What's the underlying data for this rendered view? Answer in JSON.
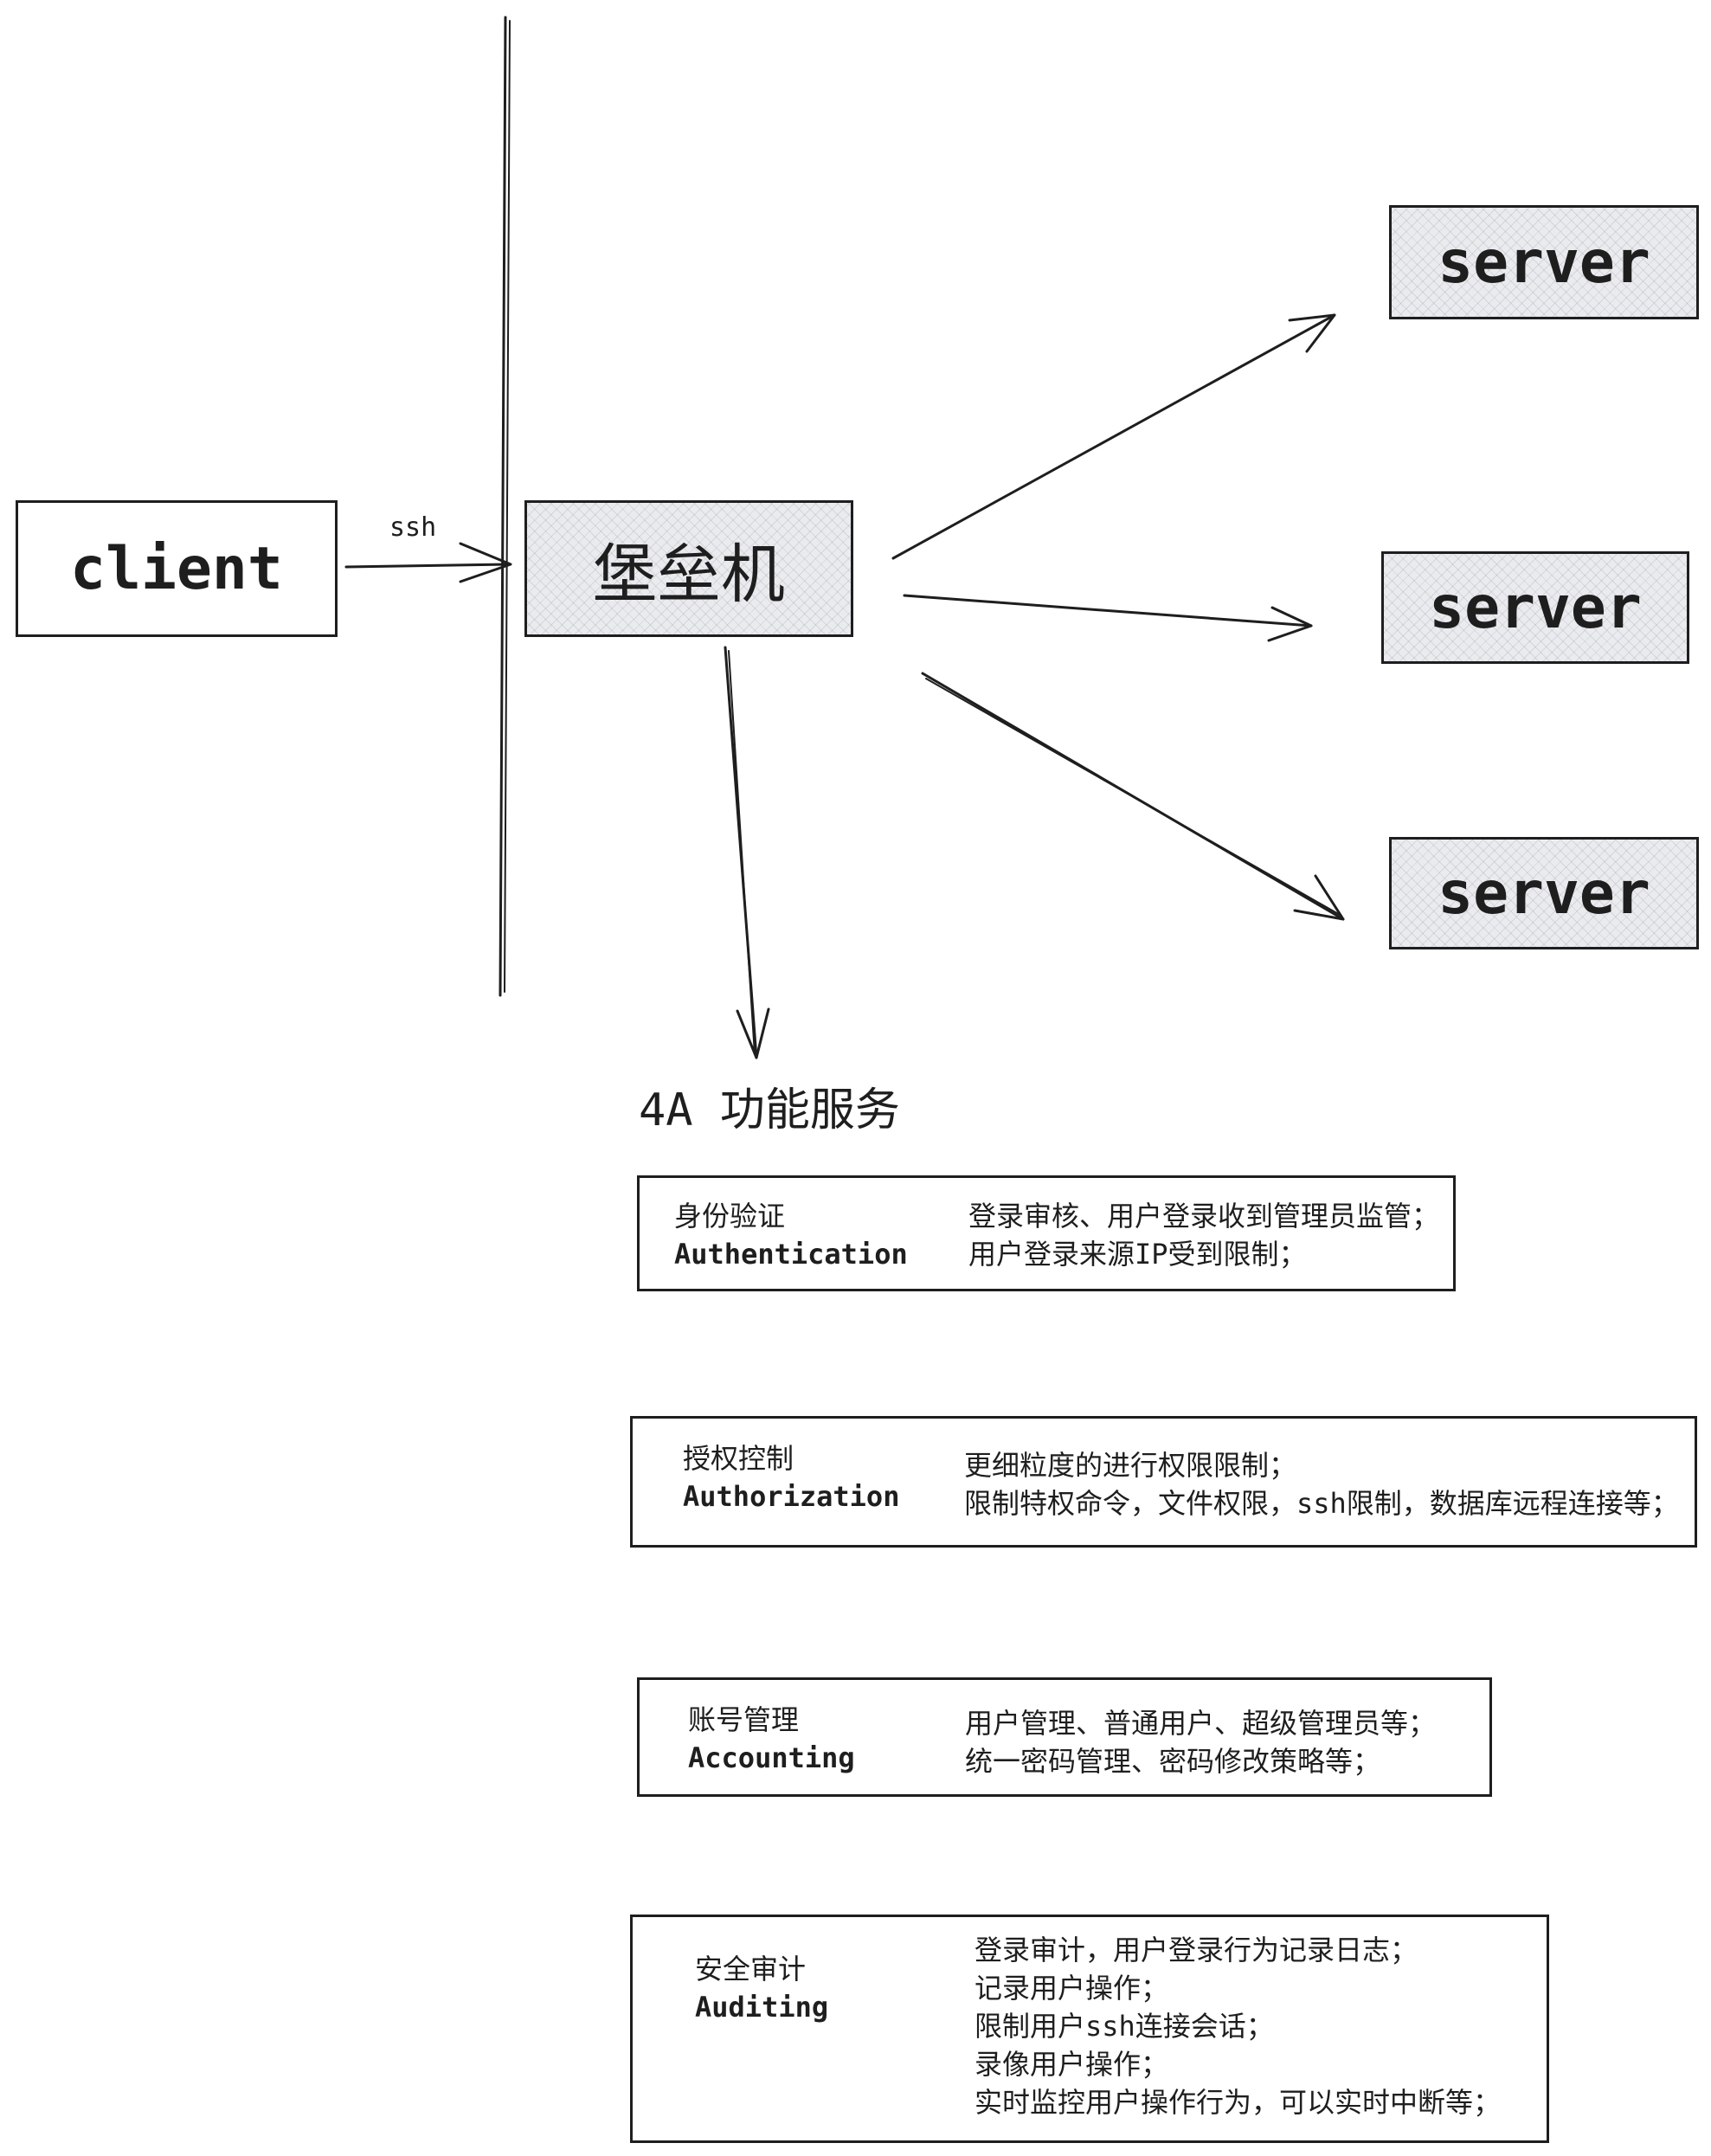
{
  "client": {
    "label": "client"
  },
  "connection": {
    "label": "ssh"
  },
  "bastion": {
    "label": "堡垒机"
  },
  "servers": [
    {
      "label": "server"
    },
    {
      "label": "server"
    },
    {
      "label": "server"
    }
  ],
  "services": {
    "title": "4A 功能服务",
    "items": [
      {
        "name_zh": "身份验证",
        "name_en": "Authentication",
        "lines": [
          "登录审核、用户登录收到管理员监管；",
          "用户登录来源IP受到限制；"
        ]
      },
      {
        "name_zh": "授权控制",
        "name_en": "Authorization",
        "lines": [
          "更细粒度的进行权限限制；",
          "限制特权命令，文件权限，ssh限制，数据库远程连接等；"
        ]
      },
      {
        "name_zh": "账号管理",
        "name_en": "Accounting",
        "lines": [
          "用户管理、普通用户、超级管理员等；",
          "统一密码管理、密码修改策略等；"
        ]
      },
      {
        "name_zh": "安全审计",
        "name_en": "Auditing",
        "lines": [
          "登录审计，用户登录行为记录日志；",
          "记录用户操作；",
          "限制用户ssh连接会话；",
          "录像用户操作；",
          "实时监控用户操作行为，可以实时中断等；"
        ]
      }
    ]
  }
}
